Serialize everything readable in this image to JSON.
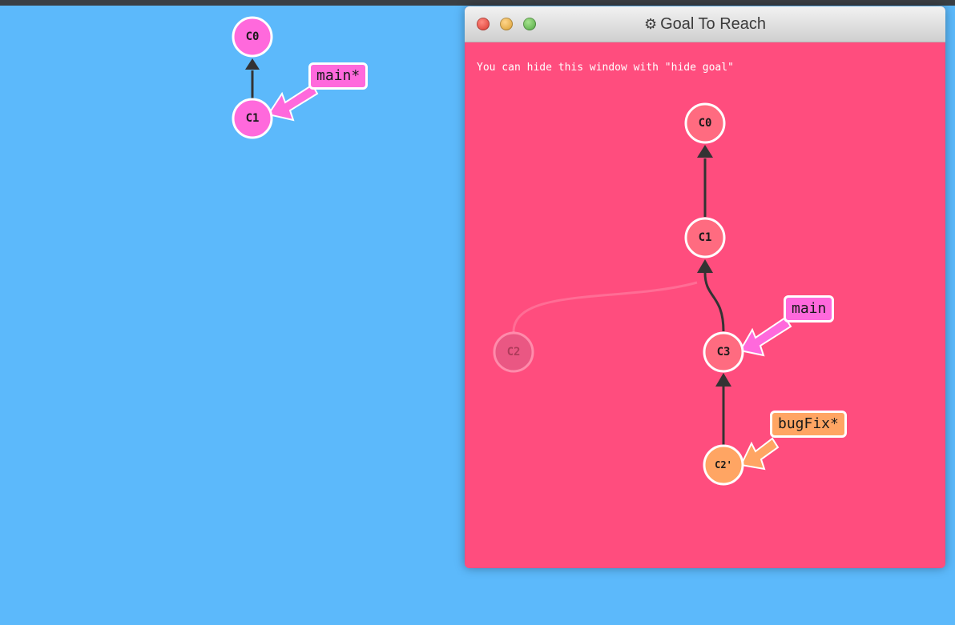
{
  "colors": {
    "background": "#5cb9fb",
    "goal_background": "#ff4d7e",
    "main_branch": "#ff69dc",
    "bugfix_branch": "#ffa563",
    "goal_commit": "#ff6b80",
    "commit_pink": "#ff69dc"
  },
  "workspace": {
    "commits": [
      {
        "label": "C0"
      },
      {
        "label": "C1"
      }
    ],
    "branches": [
      {
        "label": "main*"
      }
    ]
  },
  "goal": {
    "title": "Goal To Reach",
    "title_icon": "gear-icon",
    "hint": "You can hide this window with \"hide goal\"",
    "commits": [
      {
        "label": "C0"
      },
      {
        "label": "C1"
      },
      {
        "label": "C2"
      },
      {
        "label": "C3"
      },
      {
        "label": "C2'"
      }
    ],
    "branches": [
      {
        "label": "main"
      },
      {
        "label": "bugFix*"
      }
    ]
  }
}
